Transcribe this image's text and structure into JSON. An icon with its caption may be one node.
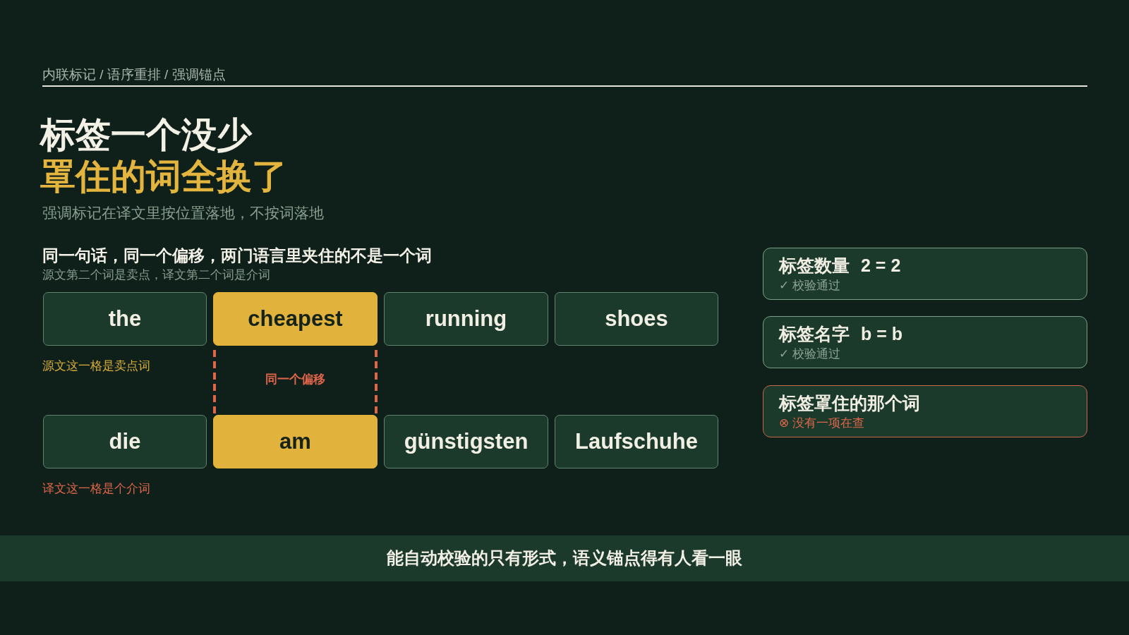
{
  "diagram": {
    "title": "标签一个没少",
    "nodes": [
      {
        "text": [
          "the"
        ]
      },
      {
        "text": [
          "cheapest"
        ]
      },
      {
        "text": [
          "running"
        ]
      },
      {
        "text": [
          "shoes"
        ]
      },
      {
        "text": [
          "die"
        ]
      },
      {
        "text": [
          "am"
        ]
      },
      {
        "text": [
          "günstigsten"
        ]
      },
      {
        "text": [
          "Laufschuhe"
        ]
      },
      {
        "text": [
          "标签数量",
          "2 = 2",
          "✓ 校验通过"
        ]
      },
      {
        "text": [
          "标签名字",
          "b = b",
          "✓ 校验通过"
        ]
      },
      {
        "text": [
          "标签罩住的那个词",
          "⊗ 没有一项在查"
        ]
      },
      {
        "text": [
          "能自动校验的只有形式，语义锚点得有人看一眼"
        ]
      }
    ],
    "edges": [
      {
        "from": 1,
        "to": 5,
        "arrow": "none",
        "style": "dashed"
      },
      {
        "from": 1,
        "to": 5,
        "arrow": "none",
        "style": "dashed"
      }
    ],
    "labels": [
      "内联标记 / 语序重排 / 强调锚点",
      "罩住的词全换了",
      "强调标记在译文里按位置落地，不按词落地",
      "同一句话，同一个偏移，两门语言里夹住的不是一个词",
      "源文第二个词是卖点，译文第二个词是介词",
      "源文这一格是卖点词",
      "同一个偏移",
      "译文这一格是个介词"
    ]
  }
}
